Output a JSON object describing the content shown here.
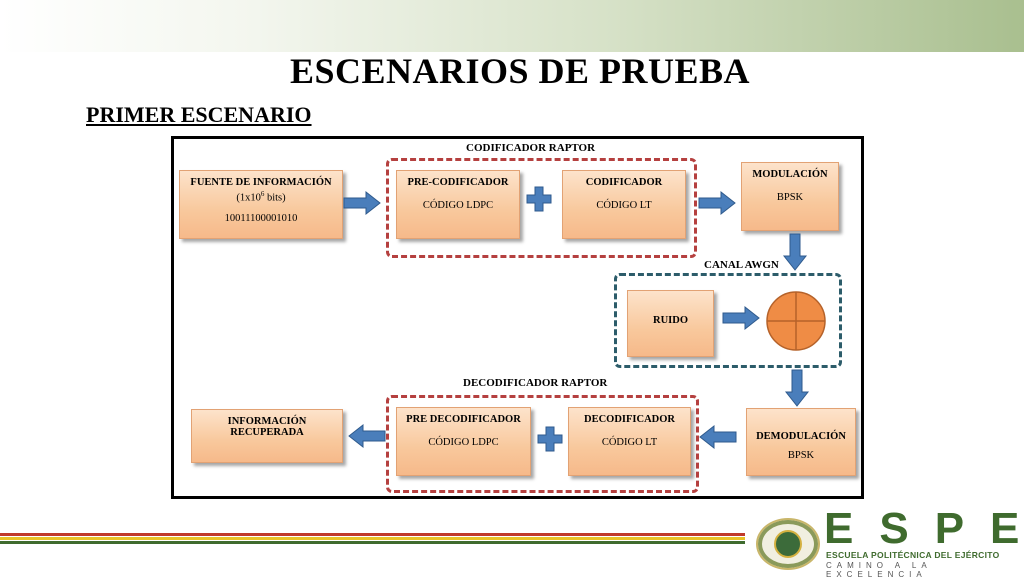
{
  "slide": {
    "title": "ESCENARIOS DE PRUEBA",
    "subtitle": "PRIMER ESCENARIO"
  },
  "diagram": {
    "encoder_group_label": "CODIFICADOR RAPTOR",
    "channel_label": "CANAL AWGN",
    "decoder_group_label": "DECODIFICADOR RAPTOR",
    "source": {
      "title": "FUENTE  DE  INFORMACIÓN",
      "detail_base": "(1x10",
      "detail_exp": "6",
      "detail_tail": " bits)",
      "bits": "10011100001010"
    },
    "precoder": {
      "title": "PRE-CODIFICADOR",
      "detail": "CÓDIGO LDPC"
    },
    "encoder": {
      "title": "CODIFICADOR",
      "detail": "CÓDIGO LT"
    },
    "modulation": {
      "title": "MODULACIÓN",
      "detail": "BPSK"
    },
    "noise": {
      "title": "RUIDO"
    },
    "demodulation": {
      "title": "DEMODULACIÓN",
      "detail": "BPSK"
    },
    "decoder": {
      "title": "DECODIFICADOR",
      "detail": "CÓDIGO LT"
    },
    "predecoder": {
      "title": "PRE DECODIFICADOR",
      "detail": "CÓDIGO LDPC"
    },
    "recovered": {
      "title_line1": "INFORMACIÓN",
      "title_line2": "RECUPERADA"
    }
  },
  "footer": {
    "logo_letters": "ESPE",
    "institution": "ESCUELA POLITÉCNICA DEL EJÉRCITO",
    "motto": "CAMINO A LA EXCELENCIA",
    "colors": {
      "red": "#c0392b",
      "yellow": "#e8c227",
      "green": "#3f6b2e"
    }
  }
}
